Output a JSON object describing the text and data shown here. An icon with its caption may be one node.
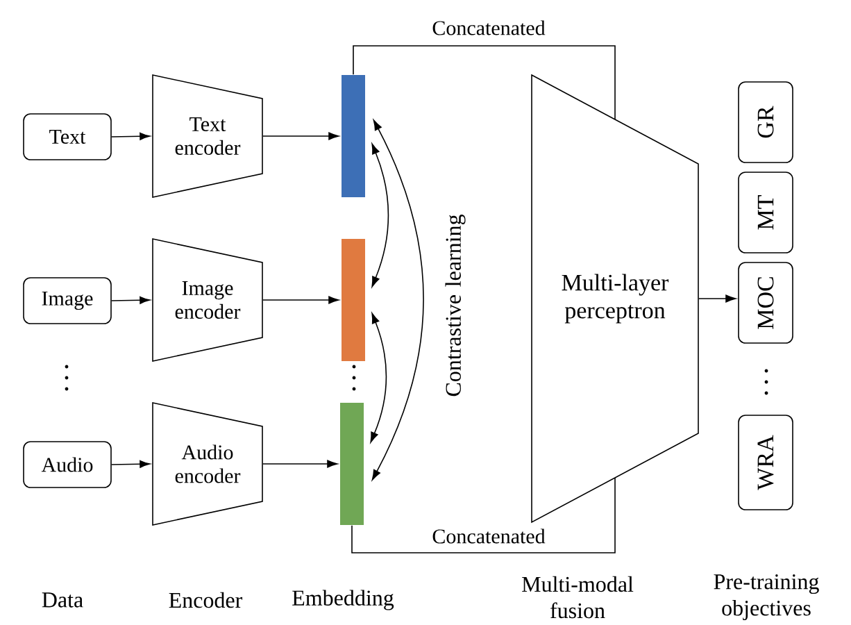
{
  "diagram": {
    "nodes": [
      {
        "text": [
          "Text"
        ]
      },
      {
        "text": [
          "Image"
        ]
      },
      {
        "text": [
          "Audio"
        ]
      },
      {
        "text": [
          "Text encoder"
        ]
      },
      {
        "text": [
          "Image encoder"
        ]
      },
      {
        "text": [
          "Audio encoder"
        ]
      },
      {
        "text": [],
        "shape": "bar"
      },
      {
        "text": [],
        "shape": "bar"
      },
      {
        "text": [],
        "shape": "bar"
      },
      {
        "text": [
          "Multi-layer perceptron"
        ]
      },
      {
        "text": [
          "GR"
        ]
      },
      {
        "text": [
          "MT"
        ]
      },
      {
        "text": [
          "MOC"
        ]
      },
      {
        "text": [
          "WRA"
        ]
      }
    ],
    "edges": [
      {
        "from": 0,
        "to": 3,
        "arrow": "to"
      },
      {
        "from": 1,
        "to": 4,
        "arrow": "to"
      },
      {
        "from": 2,
        "to": 5,
        "arrow": "to"
      },
      {
        "from": 3,
        "to": 6,
        "arrow": "to"
      },
      {
        "from": 4,
        "to": 7,
        "arrow": "to"
      },
      {
        "from": 5,
        "to": 8,
        "arrow": "to"
      },
      {
        "from": 6,
        "to": 7,
        "arrow": "both"
      },
      {
        "from": 7,
        "to": 8,
        "arrow": "both"
      },
      {
        "from": 6,
        "to": 8,
        "arrow": "both"
      },
      {
        "from": 6,
        "to": 9,
        "arrow": "none",
        "label": "Concatenated"
      },
      {
        "from": 8,
        "to": 9,
        "arrow": "none",
        "label": "Concatenated"
      },
      {
        "from": 9,
        "to": 12,
        "arrow": "to"
      }
    ],
    "labels": [
      "Contrastive learning",
      "Data",
      "Encoder",
      "Embedding",
      "Multi-modal fusion",
      "Pre-training objectives"
    ]
  }
}
